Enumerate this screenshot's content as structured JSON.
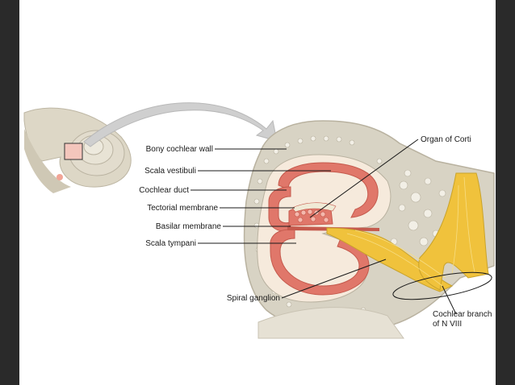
{
  "labels": {
    "bony_wall": "Bony cochlear wall",
    "scala_vestibuli": "Scala vestibuli",
    "cochlear_duct": "Cochlear duct",
    "tectorial": "Tectorial membrane",
    "basilar": "Basilar membrane",
    "scala_tympani": "Scala tympani",
    "organ_corti": "Organ of Corti",
    "spiral_ganglion": "Spiral ganglion",
    "cochlear_branch_1": "Cochlear branch",
    "cochlear_branch_2": "of N VIII"
  },
  "colors": {
    "bone": "#d8d3c4",
    "bone_dark": "#b9b2a0",
    "duct_red": "#e0776a",
    "duct_pink": "#f4b8ad",
    "fluid": "#f6eadc",
    "nerve": "#f0c23c",
    "arrow": "#c8c8c8"
  }
}
